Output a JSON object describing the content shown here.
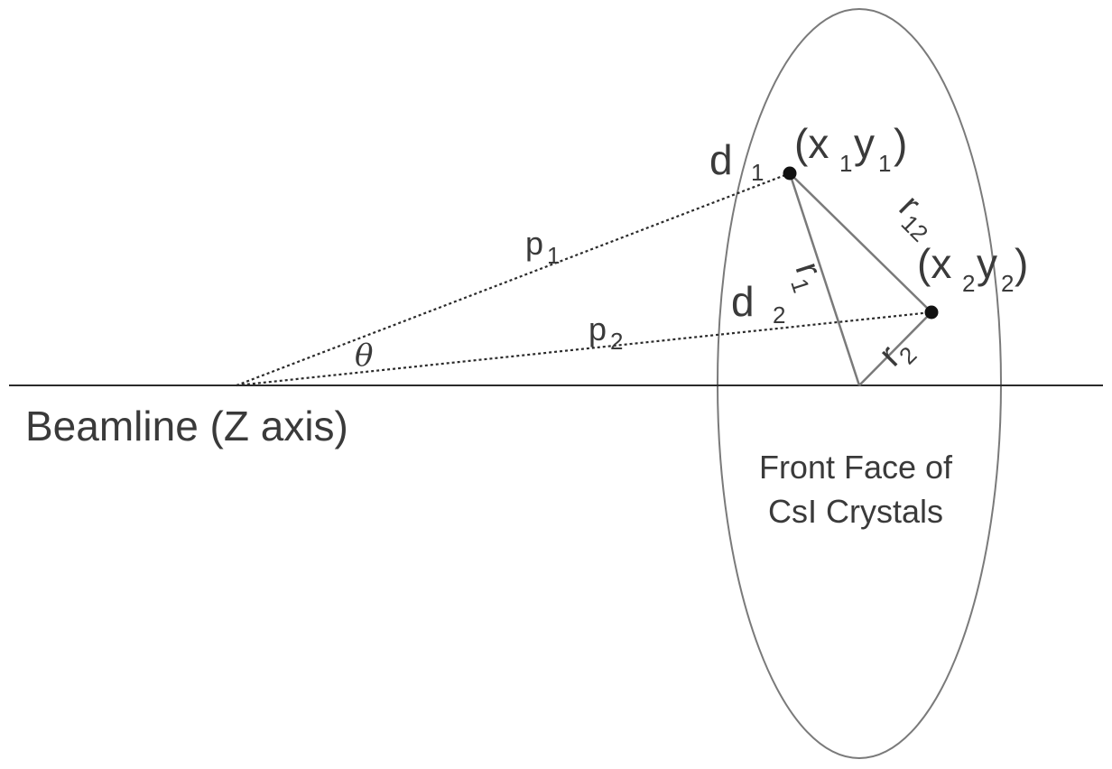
{
  "diagram": {
    "beamline_label": "Beamline (Z axis)",
    "face_label_line1": "Front Face of",
    "face_label_line2": "CsI Crystals",
    "angle_label": "θ",
    "p1": {
      "main": "p",
      "sub": "1"
    },
    "p2": {
      "main": "p",
      "sub": "2"
    },
    "d1": {
      "main": "d",
      "sub": "1"
    },
    "d2": {
      "main": "d",
      "sub": "2"
    },
    "r1": {
      "main": "r",
      "sub": "1"
    },
    "r2": {
      "main": "r",
      "sub": "2"
    },
    "r12": {
      "main": "r",
      "sub": "12"
    },
    "pt1": {
      "open": "(x",
      "sub_a": "1",
      "mid": "y",
      "sub_b": "1",
      "close": ")"
    },
    "pt2": {
      "open": "(x",
      "sub_a": "2",
      "mid": "y",
      "sub_b": "2",
      "close": ")"
    },
    "colors": {
      "line": "#2b2b2b",
      "gray": "#7a7a7a",
      "text": "#3a3a3a"
    }
  }
}
